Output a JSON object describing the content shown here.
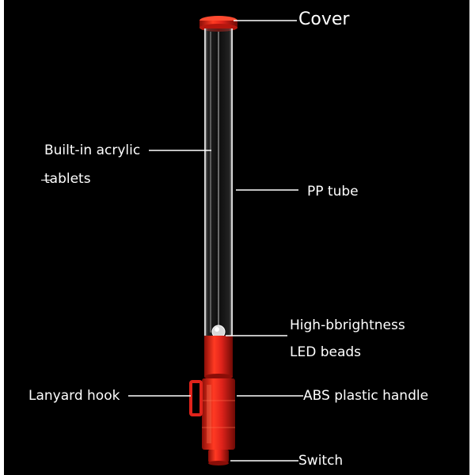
{
  "labels": {
    "cover": "Cover",
    "acrylic_line1": "Built-in acrylic",
    "acrylic_line2": "tablets",
    "pp_tube": "PP tube",
    "led_line1": "High-bbrightness",
    "led_line2": "LED beads",
    "lanyard": "Lanyard hook",
    "handle": "ABS plastic handle",
    "switch": "Switch"
  },
  "colors": {
    "background": "#000000",
    "accent_red": "#e0231b",
    "text": "#ffffff"
  }
}
